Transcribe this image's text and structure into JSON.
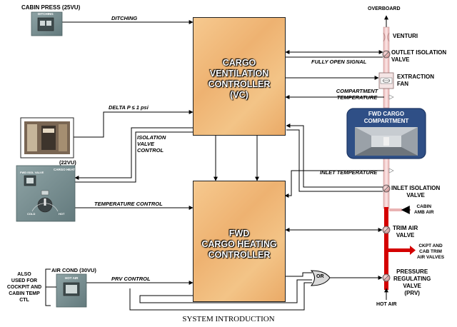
{
  "panels": {
    "cabin_press": "CABIN PRESS (25VU)",
    "ditching_button": "DITCHING",
    "cargo_heat_number": "(22VU)",
    "cargo_heat_title": "CARGO HEAT",
    "cargo_heat_isol_valve": "FWD ISOL VALVE",
    "cargo_heat_cold": "COLD",
    "cargo_heat_hot": "HOT",
    "air_cond": "AIR COND (30VU)",
    "hot_air_button": "HOT AIR",
    "also_used_for": "ALSO\nUSED FOR\nCOCKPIT AND\nCABIN TEMP\nCTL"
  },
  "controllers": {
    "vc": "CARGO\nVENTILATION\nCONTROLLER\n(VC)",
    "heating": "FWD\nCARGO HEATING\nCONTROLLER"
  },
  "signals": {
    "ditching": "DITCHING",
    "delta_p": "DELTA P  ≤ 1 psi",
    "isolation_valve_control": "ISOLATION\nVALVE\nCONTROL",
    "temperature_control": "TEMPERATURE CONTROL",
    "prv_control": "PRV CONTROL",
    "fully_open_signal": "FULLY OPEN SIGNAL",
    "compartment_temperature": "COMPARTMENT\nTEMPERATURE",
    "inlet_temperature": "INLET TEMPERATURE",
    "or_gate": "OR"
  },
  "components": {
    "overboard": "OVERBOARD",
    "venturi": "VENTURI",
    "outlet_isolation_valve": "OUTLET ISOLATION\nVALVE",
    "extraction_fan": "EXTRACTION\nFAN",
    "fwd_cargo_compartment": "FWD CARGO\nCOMPARTMENT",
    "inlet_isolation_valve": "INLET ISOLATION\nVALVE",
    "cabin_amb_air": "CABIN\nAMB AIR",
    "trim_air_valve": "TRIM AIR\nVALVE",
    "ckpt_cab_trim": "CKPT AND\nCAB TRIM\nAIR VALVES",
    "pressure_regulating_valve": "PRESSURE\nREGULATING\nVALVE\n(PRV)",
    "hot_air": "HOT AIR"
  },
  "caption": "SYSTEM INTRODUCTION",
  "colors": {
    "controller_fill": "#efb577",
    "hot_air_duct": "#d40000",
    "duct_pink": "#f1c9c9",
    "panel_grey": "#6f8588",
    "compartment_blue": "#2f4f86"
  }
}
